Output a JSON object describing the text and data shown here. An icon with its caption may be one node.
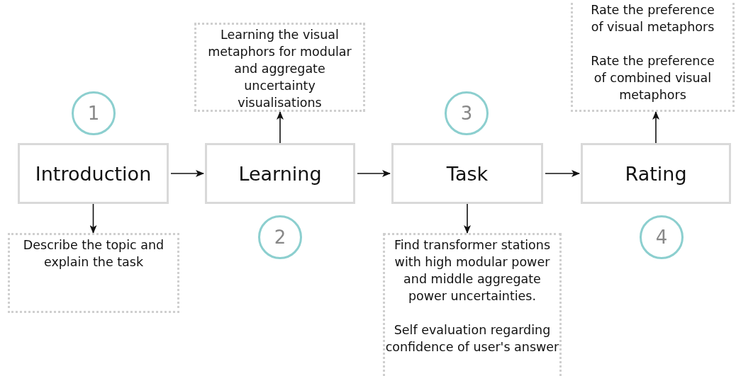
{
  "diagram": {
    "nodes": [
      {
        "text": [
          "Introduction"
        ]
      },
      {
        "text": [
          "Learning"
        ]
      },
      {
        "text": [
          "Task"
        ]
      },
      {
        "text": [
          "Rating"
        ]
      },
      {
        "text": [
          "Describe the topic and explain the task"
        ]
      },
      {
        "text": [
          "Learning the visual metaphors for modular and aggregate uncertainty visualisations"
        ]
      },
      {
        "text": [
          "Find transformer stations with high modular power and middle aggregate power uncertainties.",
          "Self evaluation regarding confidence of user's answer"
        ]
      },
      {
        "text": [
          "Rate the preference of visual metaphors",
          "Rate the preference of combined visual metaphors"
        ]
      },
      {
        "text": [
          "1"
        ]
      },
      {
        "text": [
          "2"
        ]
      },
      {
        "text": [
          "3"
        ]
      },
      {
        "text": [
          "4"
        ]
      }
    ],
    "edges": [
      {
        "from": 0,
        "to": 1,
        "arrow": "to"
      },
      {
        "from": 1,
        "to": 2,
        "arrow": "to"
      },
      {
        "from": 2,
        "to": 3,
        "arrow": "to"
      },
      {
        "from": 0,
        "to": 4,
        "arrow": "to"
      },
      {
        "from": 1,
        "to": 5,
        "arrow": "to"
      },
      {
        "from": 2,
        "to": 6,
        "arrow": "to"
      },
      {
        "from": 3,
        "to": 7,
        "arrow": "to"
      }
    ]
  }
}
